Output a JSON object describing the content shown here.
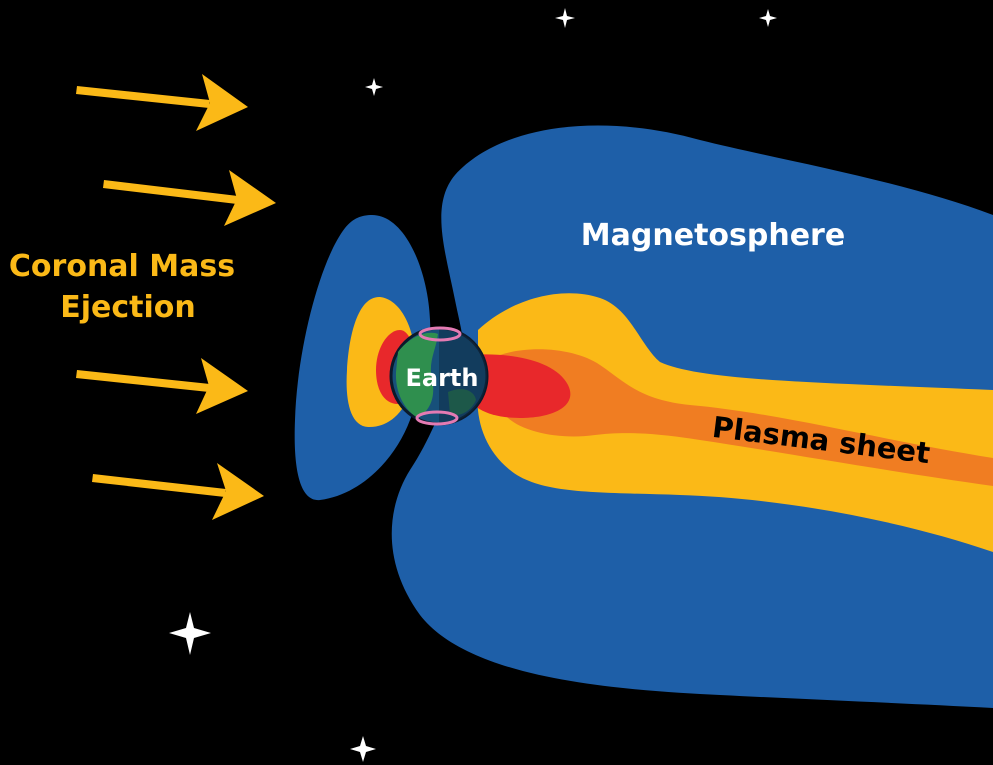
{
  "labels": {
    "cme_line1": "Coronal Mass",
    "cme_line2": "Ejection",
    "magnetosphere": "Magnetosphere",
    "earth": "Earth",
    "plasma_sheet": "Plasma sheet"
  },
  "colors": {
    "background": "#000000",
    "magnetosphere": "#1e5fa8",
    "yellow_belt": "#fbb917",
    "orange_core": "#f07d22",
    "red_core": "#e8282b",
    "arrow": "#fbb917",
    "earth_ocean": "#17507a",
    "earth_land": "#2f8f4e",
    "earth_aurora": "#e47bb3",
    "label_light": "#ffffff",
    "label_cme": "#fbb917",
    "label_dark": "#000000"
  },
  "icons": {
    "solar_wind": "arrow-right-icon",
    "stars": "star-icon",
    "planet": "earth-icon"
  }
}
